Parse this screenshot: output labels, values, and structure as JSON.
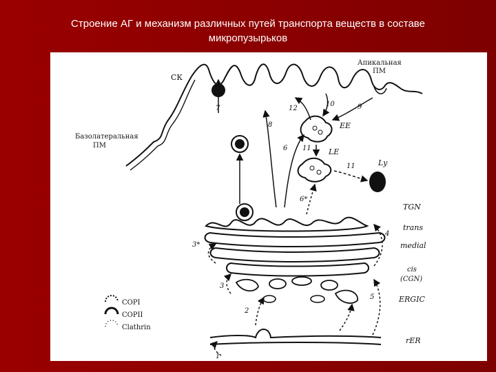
{
  "slide": {
    "title_line1": "Строение АГ и механизм различных путей  транспорта веществ в составе",
    "title_line2": "микропузырьков",
    "background_color": "#8b0000"
  },
  "diagram": {
    "labels": {
      "ck": "СК",
      "apical_1": "Апикальная",
      "apical_2": "ПМ",
      "basolateral_1": "Базолатеральная",
      "basolateral_2": "ПМ",
      "ee": "EE",
      "le": "LE",
      "ly": "Ly",
      "tgn": "TGN",
      "trans": "trans",
      "medial": "medial",
      "cis": "cis",
      "cgn": "(CGN)",
      "ergic": "ERGIC",
      "rer": "rER"
    },
    "numbers": {
      "n1": "1",
      "n2": "2",
      "n3": "3",
      "n3plus": "3*",
      "n4": "4",
      "n5": "5",
      "n6": "6",
      "n6plus": "6*",
      "n7": "7",
      "n8": "8",
      "n9": "9",
      "n10": "10",
      "n11a": "11",
      "n11b": "11",
      "n12": "12"
    },
    "legend": [
      {
        "label": "COPI",
        "icon": "copi-coat-icon"
      },
      {
        "label": "COPII",
        "icon": "copii-coat-icon"
      },
      {
        "label": "Clathrin",
        "icon": "clathrin-coat-icon"
      }
    ]
  }
}
